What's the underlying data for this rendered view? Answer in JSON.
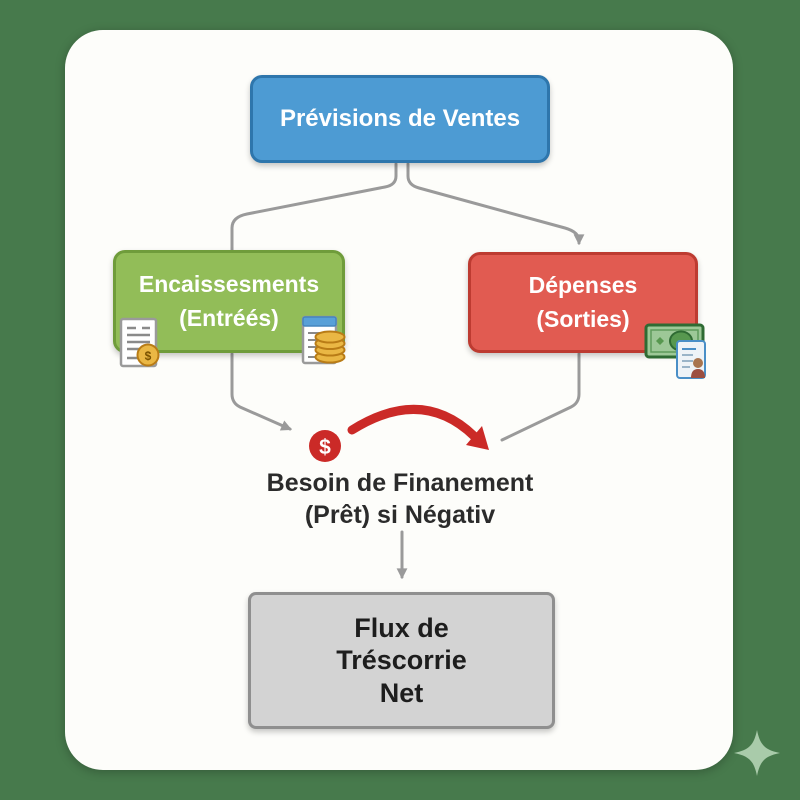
{
  "nodes": {
    "sales_forecast": {
      "lines": [
        "Prévisions de Ventes"
      ]
    },
    "receipts": {
      "lines": [
        "Encaissesments",
        "(Entréés)"
      ]
    },
    "expenses": {
      "lines": [
        "Dépenses",
        "(Sorties)"
      ]
    },
    "net_cash_flow": {
      "lines": [
        "Flux de",
        "Tréscorrie",
        "Net"
      ]
    }
  },
  "annotation": {
    "lines": [
      "Besoin de Finanement",
      "(Prêt) si Négativ"
    ],
    "dollar_symbol": "$"
  },
  "icons": {
    "receipt_coin": "receipt-coin-icon",
    "invoice_coins": "invoice-coins-icon",
    "banknote_calculator": "banknote-calculator-icon",
    "dollar_badge": "dollar-badge-icon",
    "sparkle": "sparkle-icon",
    "coin_symbol": "$"
  },
  "colors": {
    "frame_background": "#477a4c",
    "card_background": "#fdfdfa",
    "sparkle": "#a9cbaa",
    "connector_gray": "#9a9a9a",
    "accent_red": "#cb2a27",
    "node_blue_fill": "#4d9bd3",
    "node_blue_border": "#2e76ac",
    "node_green_fill": "#92bd58",
    "node_green_border": "#6f9c3b",
    "node_red_fill": "#e15b51",
    "node_red_border": "#bd3b31",
    "node_gray_fill": "#d3d3d3",
    "node_gray_border": "#8f8f8f",
    "coin_gold": "#eab744",
    "banknote_green": "#9dc897"
  }
}
